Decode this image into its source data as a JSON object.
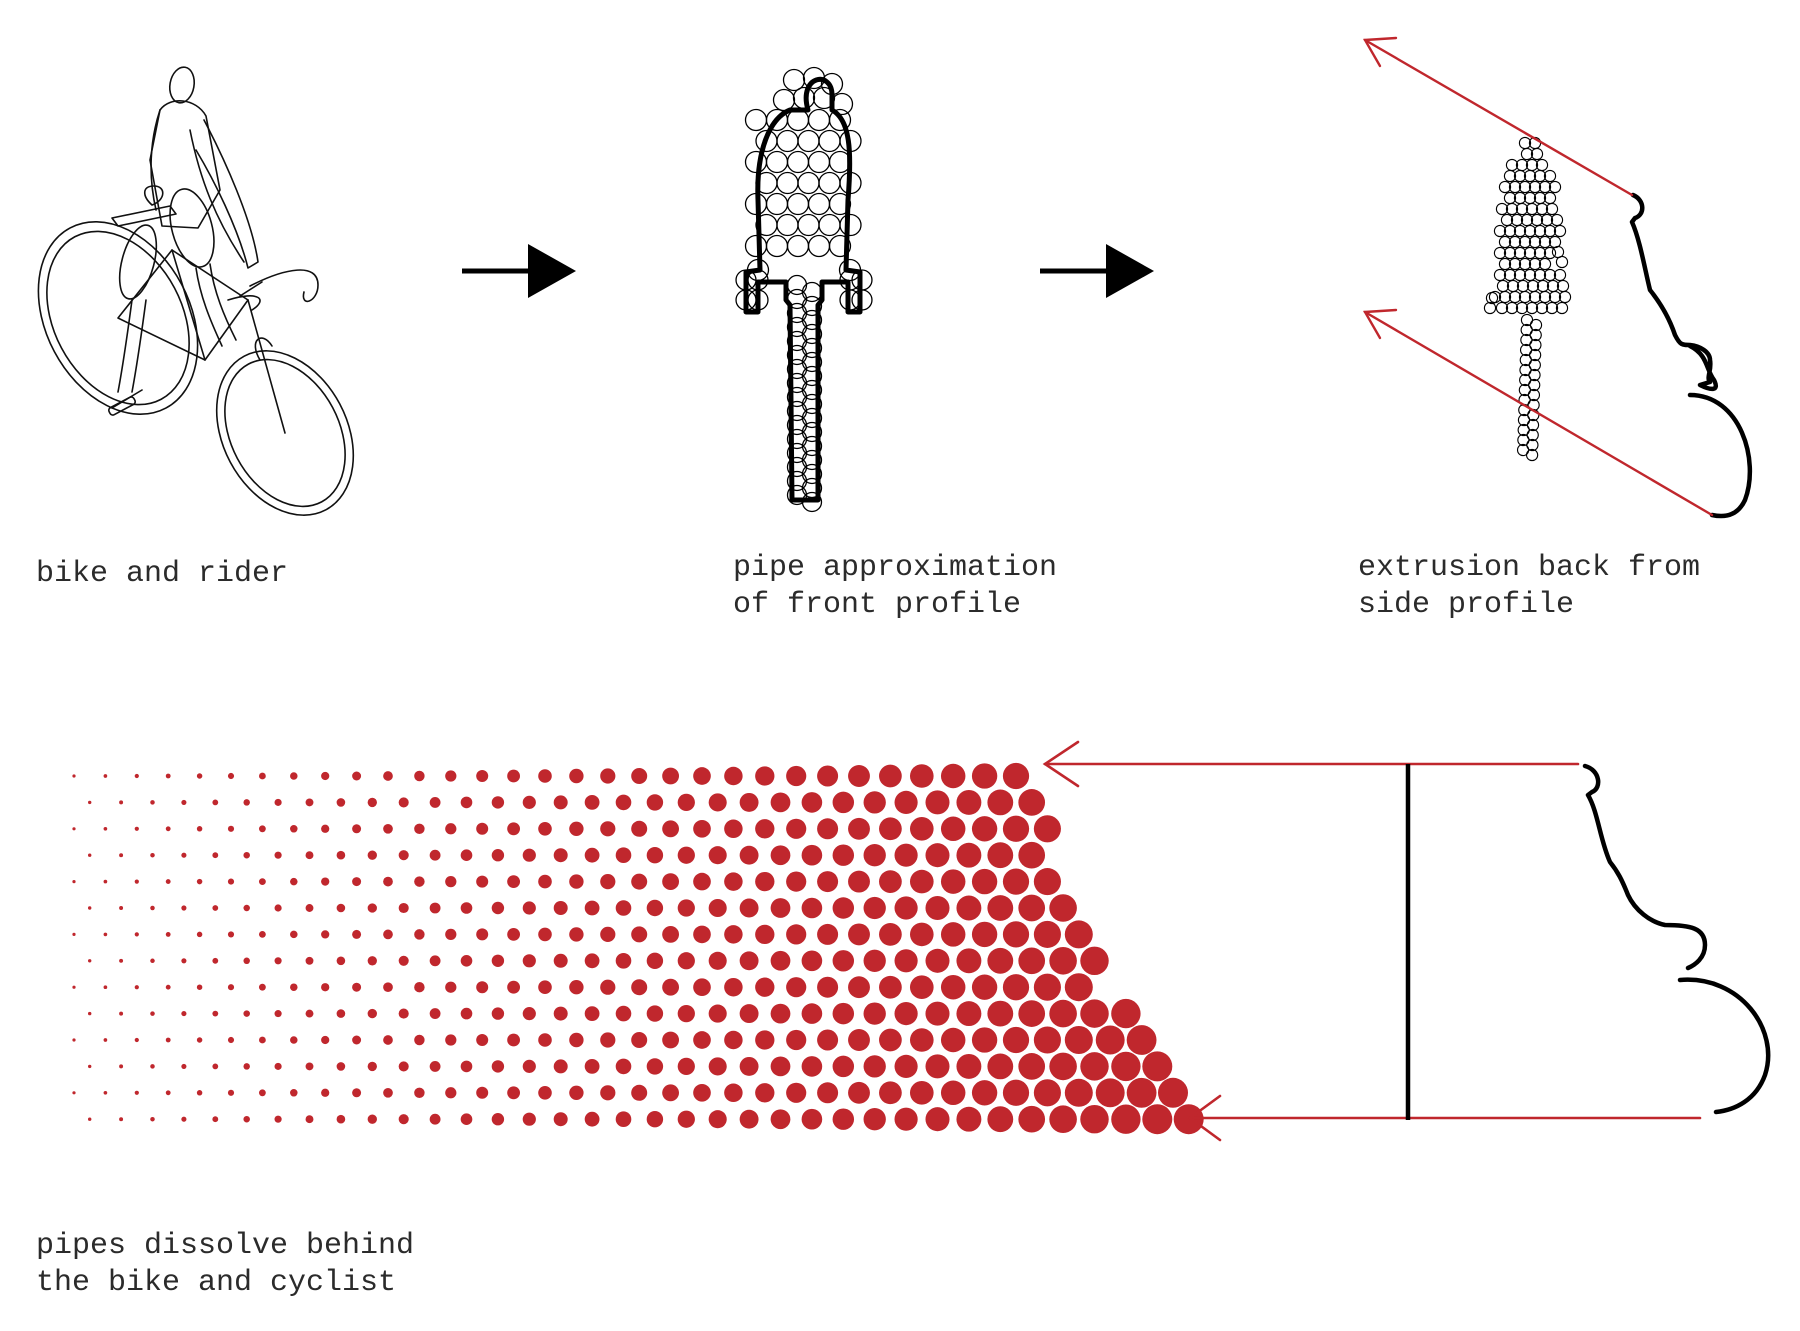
{
  "captions": {
    "bike": "bike and rider",
    "pipe_line1": "pipe approximation",
    "pipe_line2": "of front profile",
    "extrusion_line1": "extrusion back from",
    "extrusion_line2": "side profile",
    "dissolve_line1": "pipes dissolve behind",
    "dissolve_line2": "the bike and cyclist"
  },
  "colors": {
    "accent_red": "#c0272d",
    "ink": "#000000",
    "text": "#2b2b2b"
  },
  "icons": [
    "bike-rider-illustration",
    "right-arrow-icon",
    "pipe-silhouette",
    "extrusion-arrow-icon",
    "dot-gradient-field"
  ]
}
